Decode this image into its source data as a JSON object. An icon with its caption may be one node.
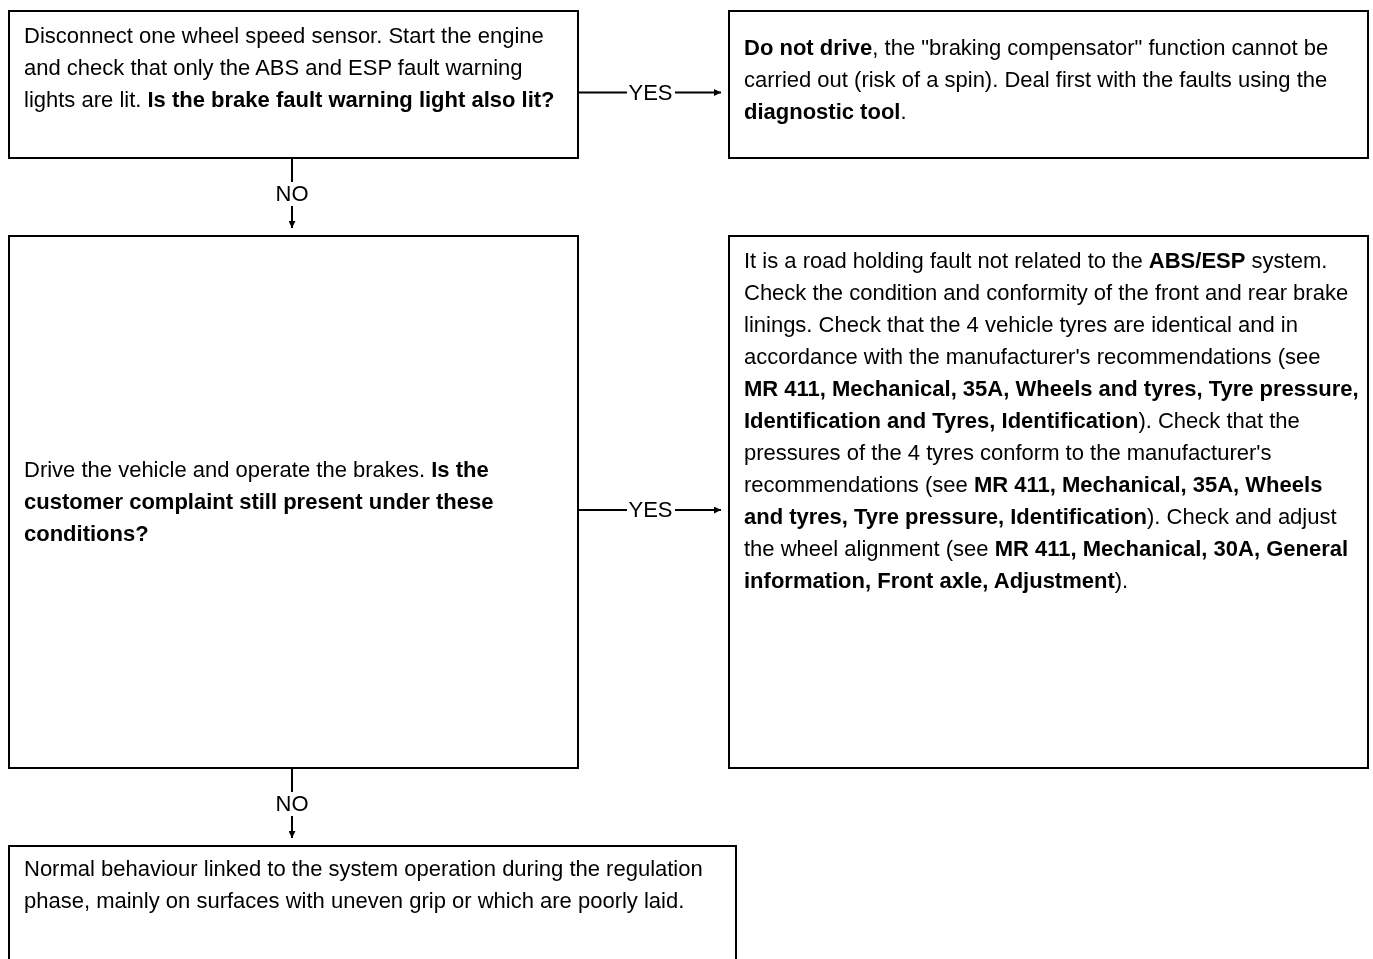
{
  "diagram": {
    "nodes": [
      {
        "text": [
          "Disconnect one wheel speed sensor. Start the engine and check that only the ABS and ESP fault warning lights are lit. **Is the brake fault warning light also lit?**"
        ]
      },
      {
        "text": [
          "**Do not drive**, the \"braking compensator\" function cannot be carried out (risk of a spin). Deal first with the faults using the **diagnostic tool**."
        ]
      },
      {
        "text": [
          "Drive the vehicle and operate the brakes. **Is the customer complaint still present under these conditions?**"
        ]
      },
      {
        "text": [
          "It is a road holding fault not related to the **ABS/ESP** system. Check the condition and conformity of the front and rear brake linings. Check that the 4 vehicle tyres are identical and in accordance with the manufacturer's recommendations (see **MR 411, Mechanical, 35A, Wheels and tyres, Tyre pressure, Identification and Tyres, Identification**). Check that the pressures of the 4 tyres conform to the manufacturer's recommendations (see **MR 411, Mechanical, 35A, Wheels and tyres, Tyre pressure, Identification**). Check and adjust the wheel alignment (see **MR 411, Mechanical, 30A, General information, Front axle, Adjustment**)."
        ]
      },
      {
        "text": [
          "Normal behaviour linked to the system operation during the regulation phase, mainly on surfaces with uneven grip or which are poorly laid."
        ]
      }
    ],
    "edges": [
      {
        "from": 0,
        "to": 1,
        "arrow": "to",
        "label": "YES"
      },
      {
        "from": 0,
        "to": 2,
        "arrow": "to",
        "label": "NO"
      },
      {
        "from": 2,
        "to": 3,
        "arrow": "to",
        "label": "YES"
      },
      {
        "from": 2,
        "to": 4,
        "arrow": "to",
        "label": "NO"
      }
    ]
  }
}
